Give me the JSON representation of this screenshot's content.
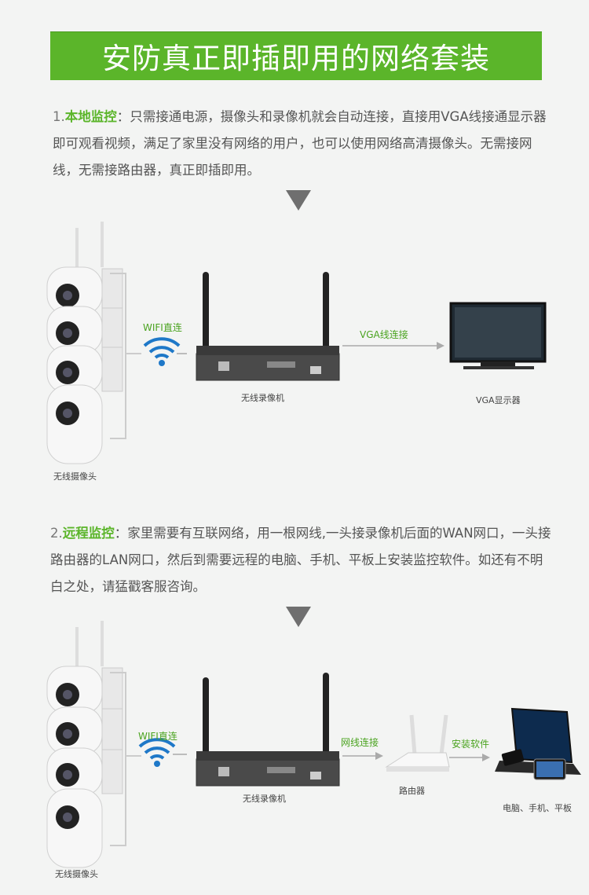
{
  "header": {
    "title": "安防真正即插即用的网络套装"
  },
  "section1": {
    "number": "1.",
    "highlight": "本地监控",
    "text": "：只需接通电源，摄像头和录像机就会自动连接，直接用VGA线接通显示器即可观看视频，满足了家里没有网络的用户，也可以使用网络高清摄像头。无需接网线，无需接路由器，真正即插即用。",
    "labels": {
      "cameras": "无线摄像头",
      "wifi": "WIFI直连",
      "nvr": "无线录像机",
      "vga_link": "VGA线连接",
      "monitor": "VGA显示器"
    }
  },
  "section2": {
    "number": "2.",
    "highlight": "远程监控",
    "text": "：家里需要有互联网络，用一根网线,一头接录像机后面的WAN网口，一头接路由器的LAN网口，然后到需要远程的电脑、手机、平板上安装监控软件。如还有不明白之处，请猛戳客服咨询。",
    "labels": {
      "cameras": "无线摄像头",
      "wifi": "WIFI直连",
      "nvr": "无线录像机",
      "net_link": "网线连接",
      "router": "路由器",
      "software": "安装软件",
      "devices": "电脑、手机、平板"
    }
  },
  "colors": {
    "accent": "#5bb52a",
    "arrow": "#6f6f6f",
    "wifi": "#1e78c8"
  }
}
